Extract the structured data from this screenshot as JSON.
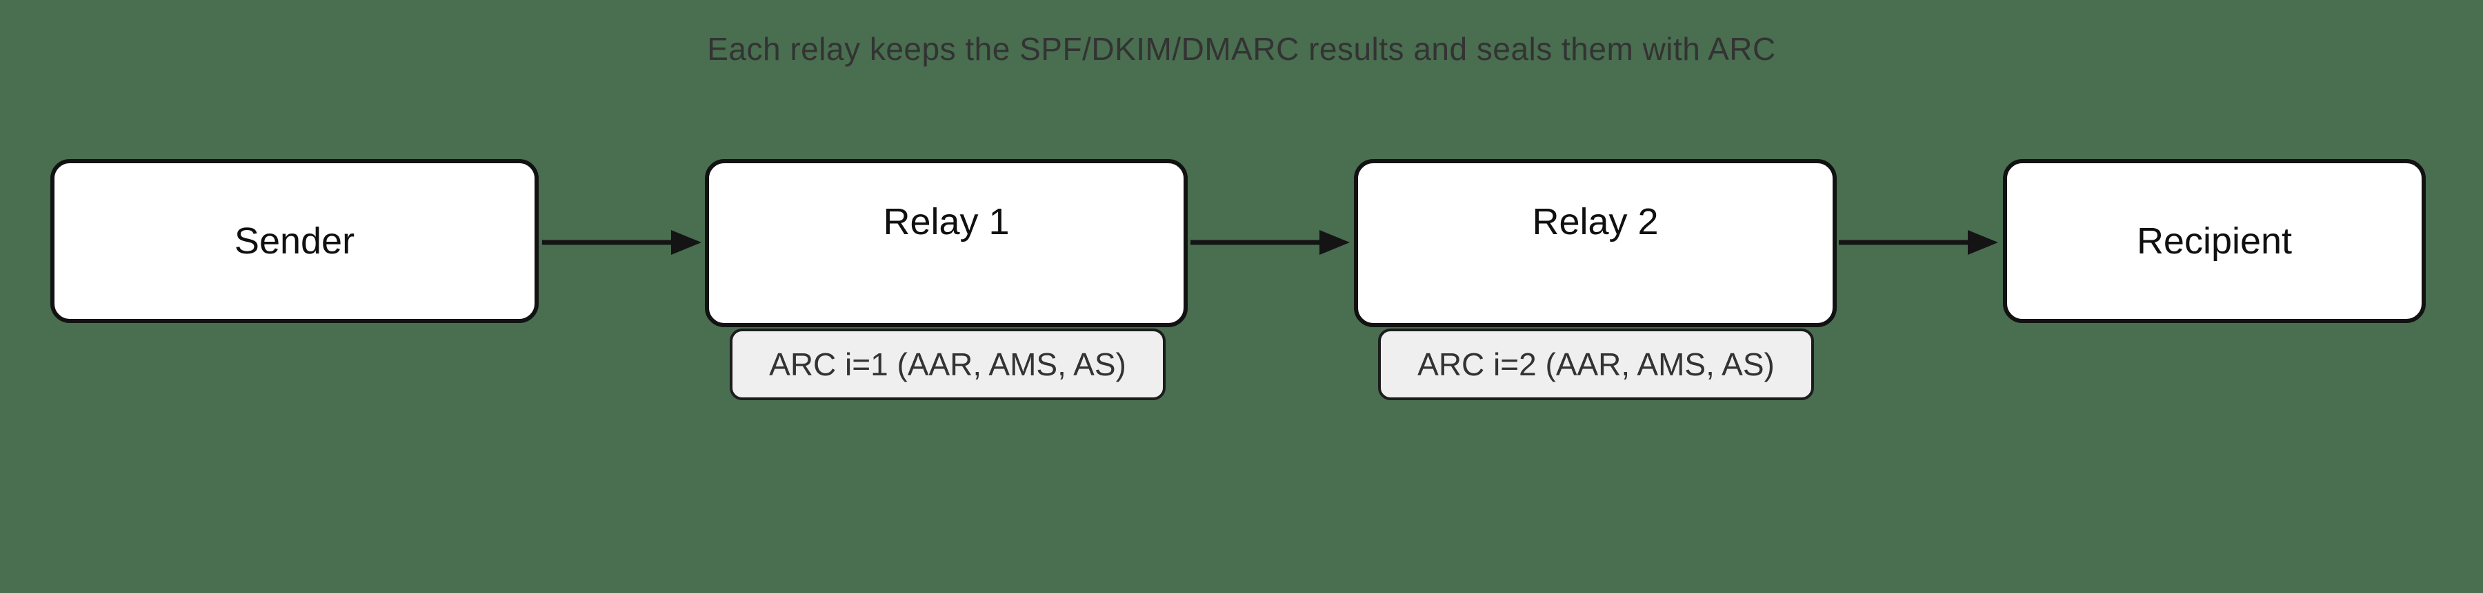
{
  "diagram": {
    "title": "Each relay keeps the SPF/DKIM/DMARC results and seals them with ARC",
    "nodes": [
      {
        "id": "sender",
        "label": "Sender"
      },
      {
        "id": "relay1",
        "label": "Relay 1",
        "badge": "ARC i=1 (AAR, AMS, AS)"
      },
      {
        "id": "relay2",
        "label": "Relay 2",
        "badge": "ARC i=2 (AAR, AMS, AS)"
      },
      {
        "id": "recipient",
        "label": "Recipient"
      }
    ],
    "edges": [
      {
        "from": "sender",
        "to": "relay1"
      },
      {
        "from": "relay1",
        "to": "relay2"
      },
      {
        "from": "relay2",
        "to": "recipient"
      }
    ],
    "theme": {
      "background": "#496e50",
      "node-fill": "#ffffff",
      "node-border": "#121212",
      "badge-fill": "#efefef",
      "badge-border": "#1c1c1c",
      "title-color": "#333333",
      "label-color": "#101010",
      "badge-text-color": "#333333",
      "arrow-color": "#141414"
    }
  }
}
